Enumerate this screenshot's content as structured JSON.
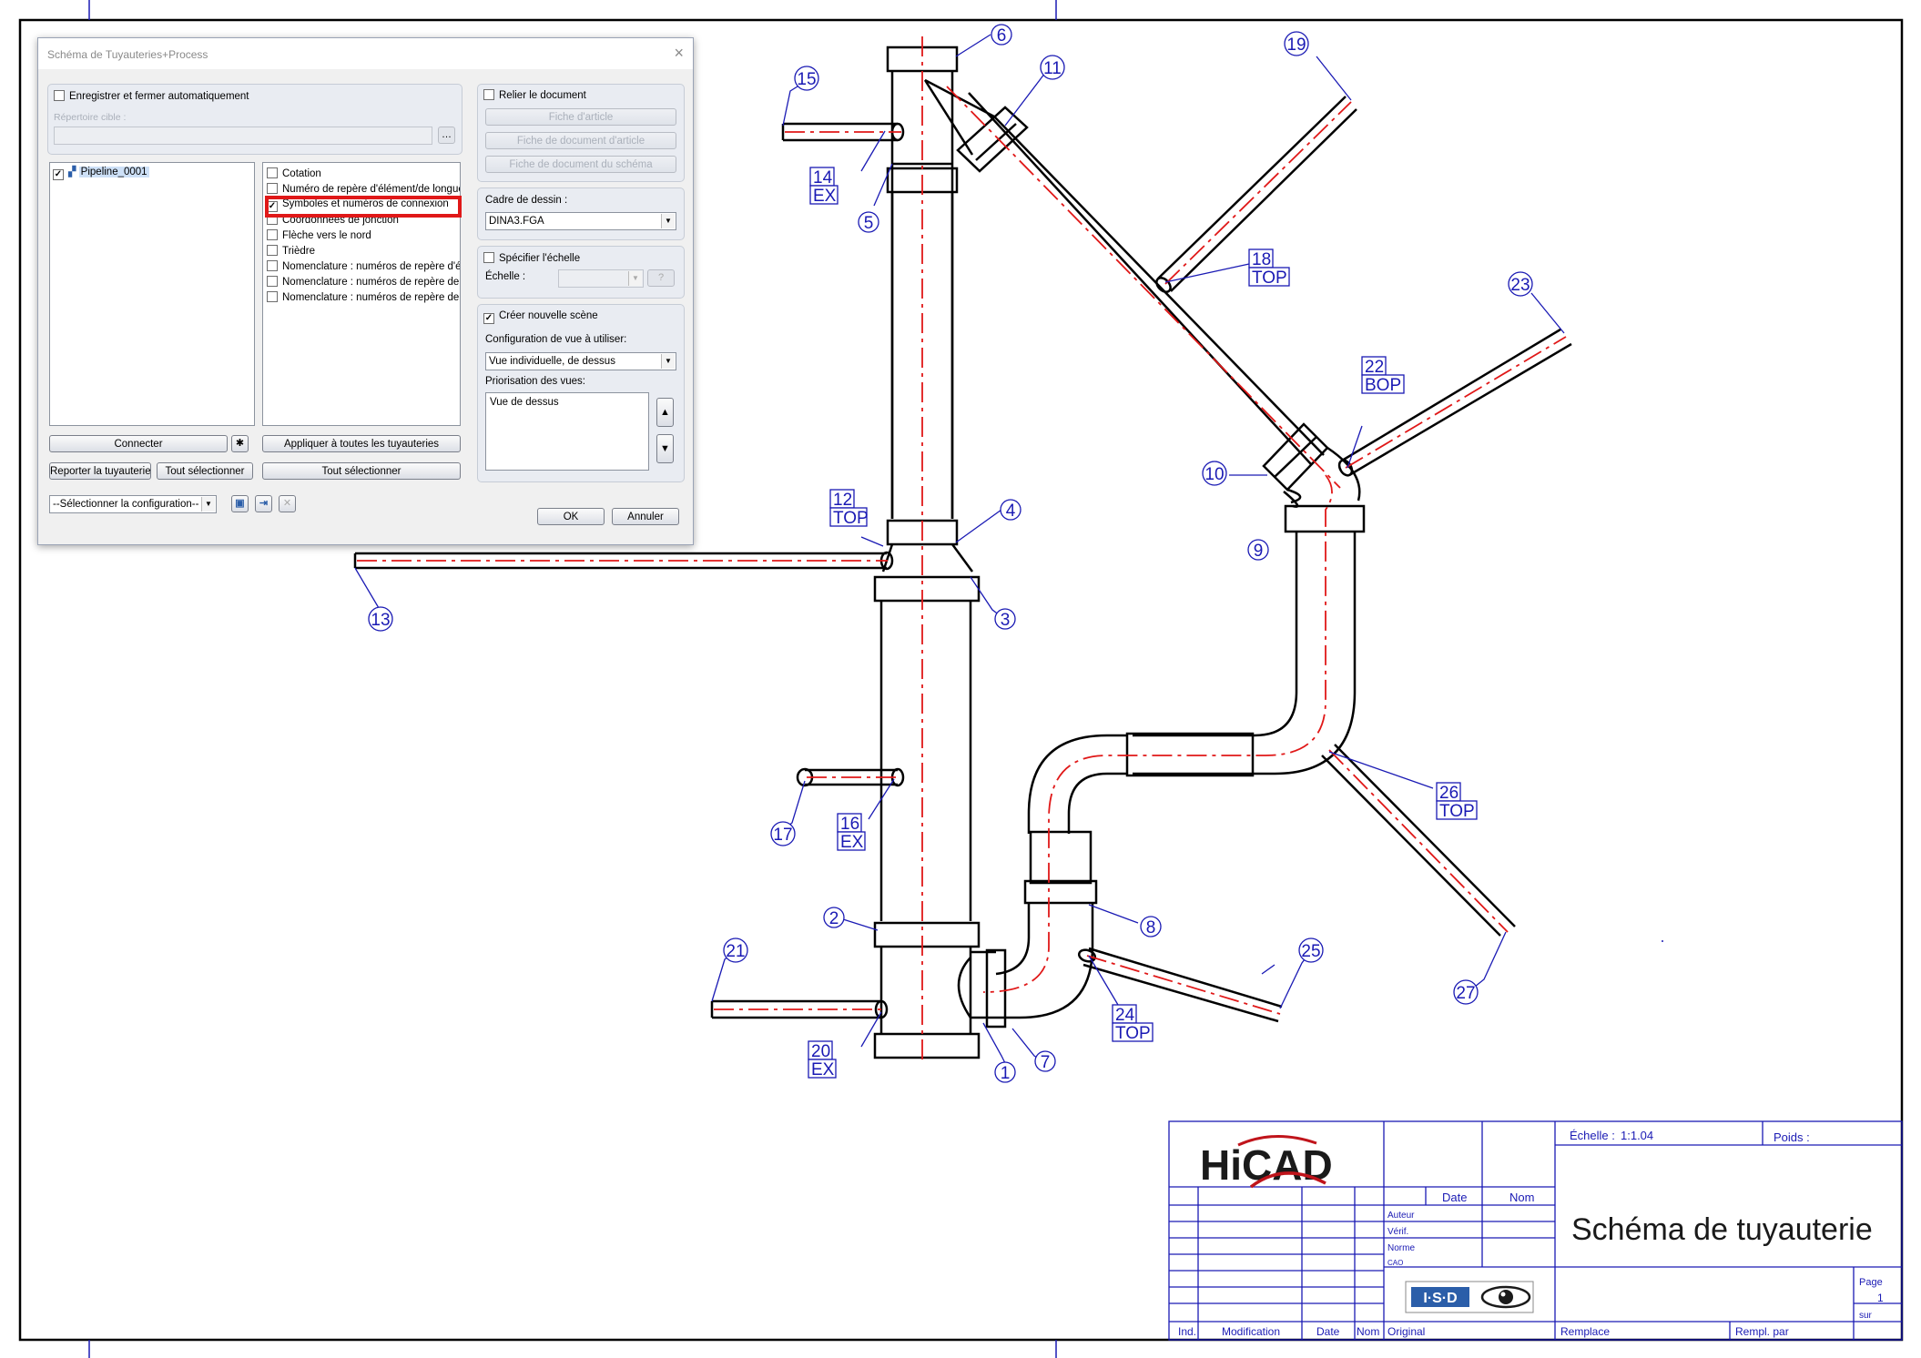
{
  "dialog": {
    "title": "Schéma de Tuyauteries+Process",
    "close_glyph": "×",
    "auto_save_label": "Enregistrer et fermer automatiquement",
    "target_dir_label": "Répertoire cible :",
    "target_dir_value": "",
    "browse_icon": "folder-icon",
    "tree_item_label": "Pipeline_0001",
    "options": [
      {
        "label": "Cotation",
        "checked": false
      },
      {
        "label": "Numéro de repère d'élément/de longueur",
        "checked": false
      },
      {
        "label": "Symboles et numéros de connexion",
        "checked": true
      },
      {
        "label": "Coordonnées de jonction",
        "checked": false
      },
      {
        "label": "Flèche vers le nord",
        "checked": false
      },
      {
        "label": "Trièdre",
        "checked": false
      },
      {
        "label": "Nomenclature : numéros de repère d'élé...",
        "checked": false
      },
      {
        "label": "Nomenclature : numéros de repère de r...",
        "checked": false
      },
      {
        "label": "Nomenclature : numéros de repère de c...",
        "checked": false
      }
    ],
    "link_doc_label": "Relier le document",
    "btn_fiche_article": "Fiche d'article",
    "btn_fiche_doc_article": "Fiche de document d'article",
    "btn_fiche_doc_schema": "Fiche de document du schéma",
    "frame_label": "Cadre de dessin :",
    "frame_value": "DINA3.FGA",
    "scale_check_label": "Spécifier l'échelle",
    "scale_label": "Échelle :",
    "scale_value": "",
    "new_scene_label": "Créer nouvelle scène",
    "view_config_label": "Configuration de vue à utiliser:",
    "view_config_value": "Vue individuelle, de dessus",
    "view_priority_label": "Priorisation des vues:",
    "view_priority_items": [
      "Vue de dessus"
    ],
    "btn_connect": "Connecter",
    "btn_apply_all": "Appliquer à toutes les tuyauteries",
    "btn_report": "Reporter la tuyauterie",
    "btn_select_all_left": "Tout sélectionner",
    "btn_select_all_right": "Tout sélectionner",
    "config_select_value": "--Sélectionner la configuration--",
    "btn_ok": "OK",
    "btn_cancel": "Annuler"
  },
  "drawing": {
    "balloons": [
      "1",
      "2",
      "3",
      "4",
      "5",
      "6",
      "7",
      "8",
      "9",
      "10",
      "11",
      "12",
      "13",
      "14",
      "15",
      "16",
      "17",
      "18",
      "19",
      "20",
      "21",
      "22",
      "23",
      "24",
      "25",
      "26",
      "27"
    ],
    "tags": {
      "t12": [
        "12",
        "TOP"
      ],
      "t14": [
        "14",
        "EX"
      ],
      "t16": [
        "16",
        "EX"
      ],
      "t18": [
        "18",
        "TOP"
      ],
      "t20": [
        "20",
        "EX"
      ],
      "t22": [
        "22",
        "BOP"
      ],
      "t24": [
        "24",
        "TOP"
      ],
      "t26": [
        "26",
        "TOP"
      ]
    }
  },
  "title_block": {
    "logo": "HiCAD",
    "scale_label": "Échelle :",
    "scale_value": "1:1.04",
    "weight_label": "Poids :",
    "date_col": "Date",
    "name_col": "Nom",
    "row_author": "Auteur",
    "row_check": "Vérif.",
    "row_norm": "Norme",
    "row_cao": "CAO",
    "drawing_title": "Schéma de tuyauterie",
    "isd_logo": "I·S·D",
    "page_label": "Page",
    "page_value": "1",
    "of_label": "sur",
    "foot_ind": "Ind.",
    "foot_modification": "Modification",
    "foot_date": "Date",
    "foot_nom": "Nom",
    "foot_original": "Original",
    "foot_remplace": "Remplace",
    "foot_rempl_par": "Rempl. par"
  },
  "colors": {
    "pipe_outline": "#000000",
    "center_line": "#e01818",
    "annotation": "#1a1ab4",
    "highlight": "#e01818"
  }
}
